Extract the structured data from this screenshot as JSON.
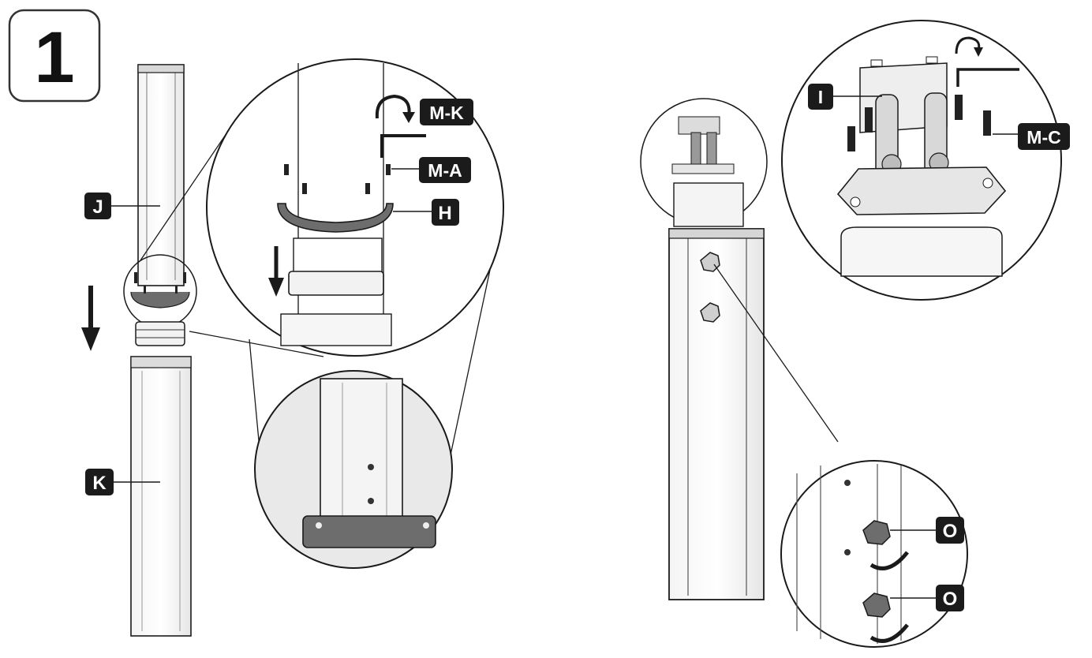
{
  "step": {
    "number": "1"
  },
  "labels": {
    "J": "J",
    "K": "K",
    "H": "H",
    "MK": "M-K",
    "MA": "M-A",
    "I": "I",
    "MC": "M-C",
    "O1": "O",
    "O2": "O"
  },
  "colors": {
    "ink": "#1a1a1a",
    "label_bg": "#1b1b1b",
    "label_text": "#ffffff",
    "zoom_fill": "#e9e9e9",
    "bracket_fill": "#6d6d6d",
    "background": "#ffffff"
  }
}
